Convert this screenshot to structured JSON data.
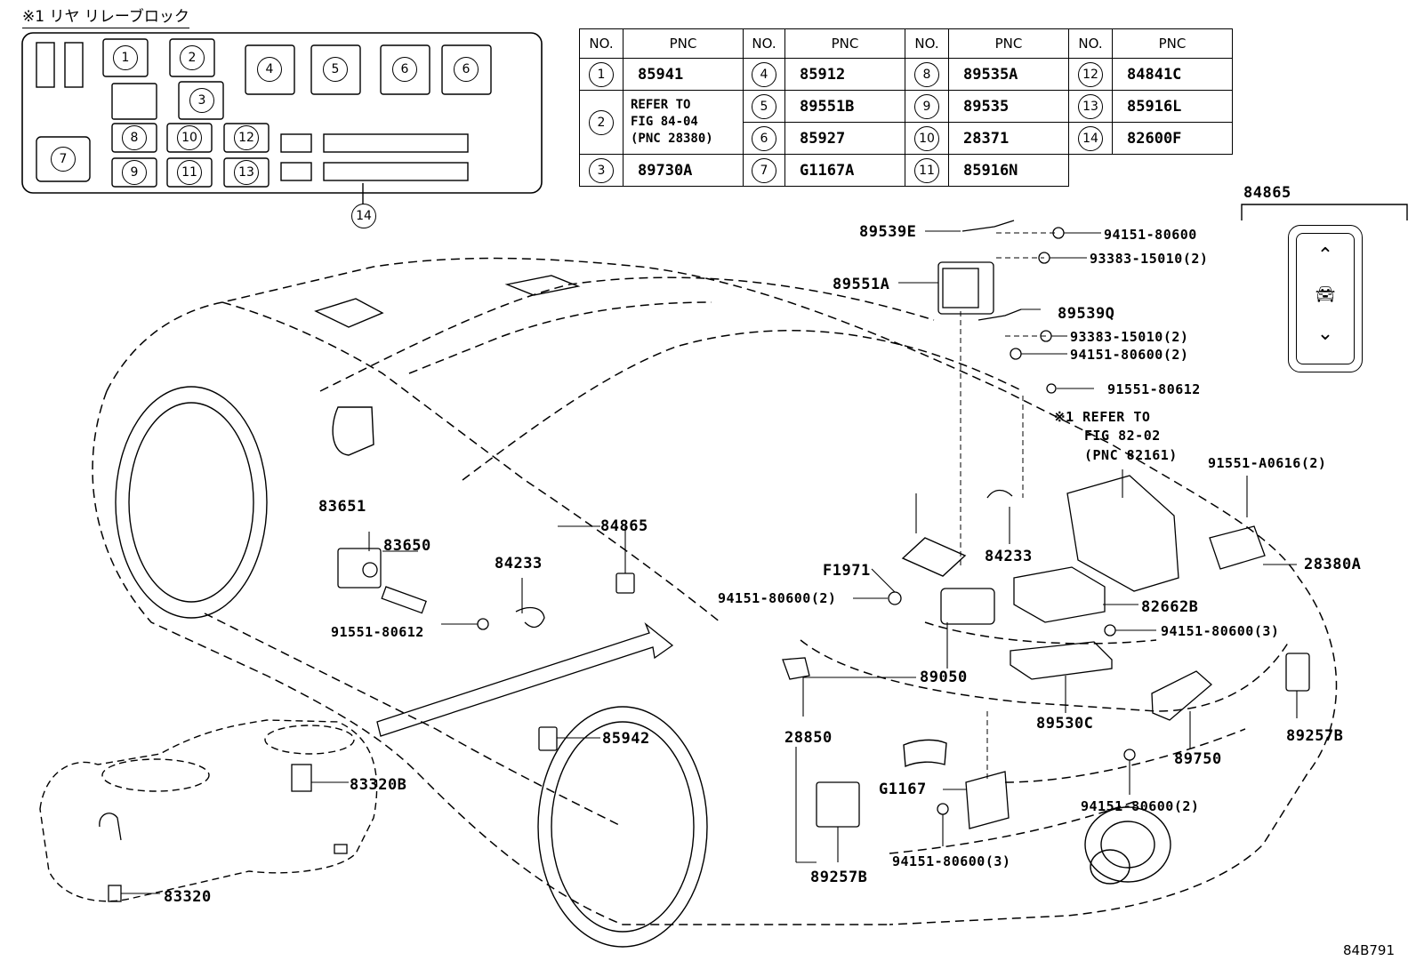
{
  "relay_block": {
    "title": "※1 リヤ リレーブロック",
    "slots": [
      "1",
      "2",
      "3",
      "4",
      "5",
      "6",
      "6",
      "7",
      "8",
      "9",
      "10",
      "11",
      "12",
      "13",
      "14"
    ]
  },
  "table": {
    "headers": [
      "NO.",
      "PNC",
      "NO.",
      "PNC",
      "NO.",
      "PNC",
      "NO.",
      "PNC"
    ],
    "col1": [
      {
        "no": "1",
        "pnc": "85941"
      },
      {
        "no": "2",
        "pnc_lines": [
          "REFER TO",
          "FIG 84-04",
          "(PNC 28380)"
        ]
      },
      {
        "no": "3",
        "pnc": "89730A"
      }
    ],
    "col2": [
      {
        "no": "4",
        "pnc": "85912"
      },
      {
        "no": "5",
        "pnc": "89551B"
      },
      {
        "no": "6",
        "pnc": "85927"
      },
      {
        "no": "7",
        "pnc": "G1167A"
      }
    ],
    "col3": [
      {
        "no": "8",
        "pnc": "89535A"
      },
      {
        "no": "9",
        "pnc": "89535"
      },
      {
        "no": "10",
        "pnc": "28371"
      },
      {
        "no": "11",
        "pnc": "85916N"
      }
    ],
    "col4": [
      {
        "no": "12",
        "pnc": "84841C"
      },
      {
        "no": "13",
        "pnc": "85916L"
      },
      {
        "no": "14",
        "pnc": "82600F"
      }
    ]
  },
  "labels": {
    "l84865_top": "84865",
    "l89539E": "89539E",
    "l94151_80600_a": "94151-80600",
    "l93383_15010_a": "93383-15010(2)",
    "l89551A": "89551A",
    "l89539Q": "89539Q",
    "l93383_15010_b": "93383-15010(2)",
    "l94151_80600_2a": "94151-80600(2)",
    "l91551_80612_a": "91551-80612",
    "refer_l1": "※1 REFER TO",
    "refer_l2": "FIG 82-02",
    "refer_l3": "(PNC 82161)",
    "l91551_A0616": "91551-A0616(2)",
    "l28380A": "28380A",
    "l83651": "83651",
    "l83650": "83650",
    "l84865_mid": "84865",
    "l84233_a": "84233",
    "l91551_80612_b": "91551-80612",
    "l84233_b": "84233",
    "l82662B": "82662B",
    "l94151_80600_3a": "94151-80600(3)",
    "lF1971": "F1971",
    "l94151_80600_2b": "94151-80600(2)",
    "l89050": "89050",
    "l28850": "28850",
    "l89530C": "89530C",
    "l89257B_r": "89257B",
    "l89750": "89750",
    "l85942": "85942",
    "l83320B": "83320B",
    "lG1167": "G1167",
    "l94151_80600_2c": "94151-80600(2)",
    "l94151_80600_3b": "94151-80600(3)",
    "l89257B_b": "89257B",
    "l83320": "83320",
    "fig_code": "84B791"
  }
}
